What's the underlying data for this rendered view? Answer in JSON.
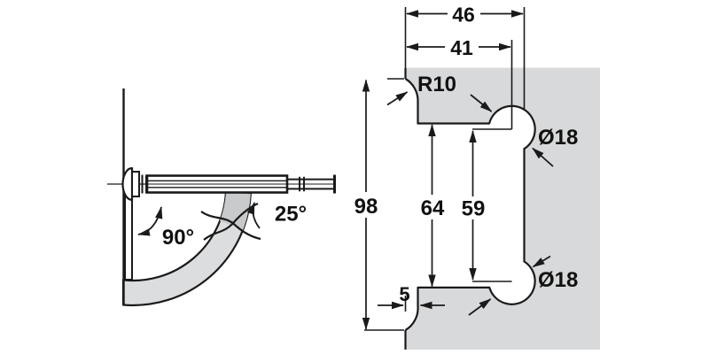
{
  "drawing": {
    "side_view": {
      "opening_angle": "90°",
      "overswing_angle": "25°"
    },
    "cutout_view": {
      "overall_width": "46",
      "center_width": "41",
      "corner_radius": "R10",
      "top_hole_diameter": "Ø18",
      "bottom_hole_diameter": "Ø18",
      "overall_height": "98",
      "notch_height": "64",
      "hole_spacing": "59",
      "edge_offset": "5"
    },
    "colors": {
      "glass_panel": "#d8d9da",
      "swing_band": "#dcddde",
      "door_segment": "#c8cacb",
      "line": "#1a1a1a"
    }
  }
}
